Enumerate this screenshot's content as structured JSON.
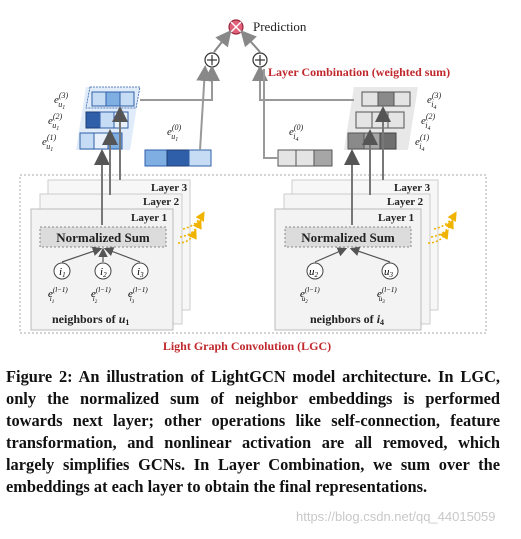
{
  "diagram": {
    "prediction_label": "Prediction",
    "layer_combination_label": "Layer Combination (weighted sum)",
    "lgc_label": "Light Graph Convolution (LGC)",
    "layer_labels": [
      "Layer 3",
      "Layer 2",
      "Layer 1"
    ],
    "normalized_sum_label": "Normalized Sum",
    "left": {
      "nodes": [
        "i1",
        "i2",
        "i3"
      ],
      "neighbors_label": "neighbors of u1",
      "embedding_labels": [
        "e(3) u1",
        "e(2) u1",
        "e(1) u1",
        "e(0) u1"
      ]
    },
    "right": {
      "nodes": [
        "u2",
        "u3"
      ],
      "neighbors_label": "neighbors of i4",
      "embedding_labels": [
        "e(3) i4",
        "e(2) i4",
        "e(1) i4",
        "e(0) i4"
      ]
    }
  },
  "caption": {
    "text": "Figure 2: An illustration of LightGCN model architecture. In LGC, only the normalized sum of neighbor embeddings is performed towards next layer; other operations like self-connection, feature transformation, and nonlinear activation are all removed, which largely simplifies GCNs. In Layer Combination, we sum over the embeddings at each layer to obtain the final representations."
  },
  "watermark": "https://blog.csdn.net/qq_44015059",
  "colors": {
    "accent_red": "#c0282d",
    "blue_light": "#c6dcf4",
    "blue_mid": "#7faee3",
    "blue_dark": "#2f5fa8",
    "gray_light": "#e4e4e4",
    "gray_mid": "#a6a6a6",
    "gray_dark": "#6f6f6f",
    "dotted_yellow": "#f0b400"
  }
}
